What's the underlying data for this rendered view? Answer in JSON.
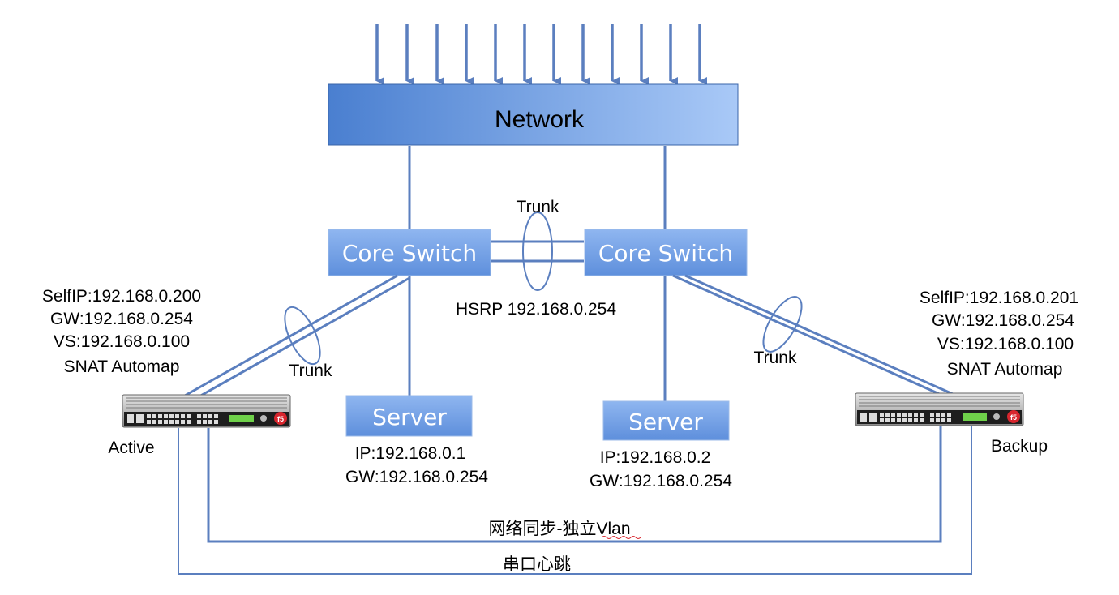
{
  "network": {
    "label": "Network"
  },
  "core_switch_left": {
    "label": "Core Switch"
  },
  "core_switch_right": {
    "label": "Core Switch"
  },
  "trunk_top": "Trunk",
  "trunk_left": "Trunk",
  "trunk_right": "Trunk",
  "hsrp": "HSRP 192.168.0.254",
  "server_left": {
    "label": "Server",
    "ip": "IP:192.168.0.1",
    "gw": "GW:192.168.0.254"
  },
  "server_right": {
    "label": "Server",
    "ip": "IP:192.168.0.2",
    "gw": "GW:192.168.0.254"
  },
  "device_active": {
    "role": "Active",
    "self_ip": "SelfIP:192.168.0.200",
    "gw": "GW:192.168.0.254",
    "vs": "VS:192.168.0.100",
    "snat": "SNAT Automap",
    "logo": "f5"
  },
  "device_backup": {
    "role": "Backup",
    "self_ip": "SelfIP:192.168.0.201",
    "gw": "GW:192.168.0.254",
    "vs": "VS:192.168.0.100",
    "snat": "SNAT Automap",
    "logo": "f5"
  },
  "sync_link": "网络同步-独立Vlan",
  "serial_link": "串口心跳",
  "colors": {
    "line": "#5b7fbf",
    "box_dark": "#4a7fd0",
    "box_light": "#a9c9f7",
    "switch_fill": "#6e9de0",
    "logo_red": "#d8262e"
  }
}
